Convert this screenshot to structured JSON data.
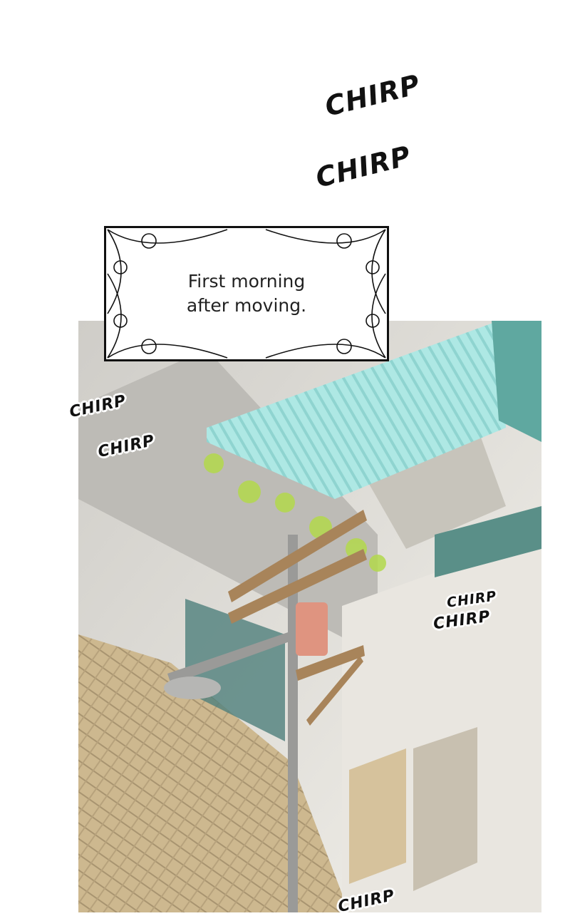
{
  "sfx": {
    "top1": "CHIRP",
    "top2": "CHIRP",
    "left1": "CHIRP",
    "left2": "CHIRP",
    "right1": "CHIRP",
    "right2": "CHIRP",
    "bottom": "CHIRP"
  },
  "caption": {
    "line1": "First morning",
    "line2": "after moving."
  },
  "colors": {
    "awning": "#a9e6e2",
    "floor": "#c9b48c",
    "wall": "#e6e4df"
  }
}
